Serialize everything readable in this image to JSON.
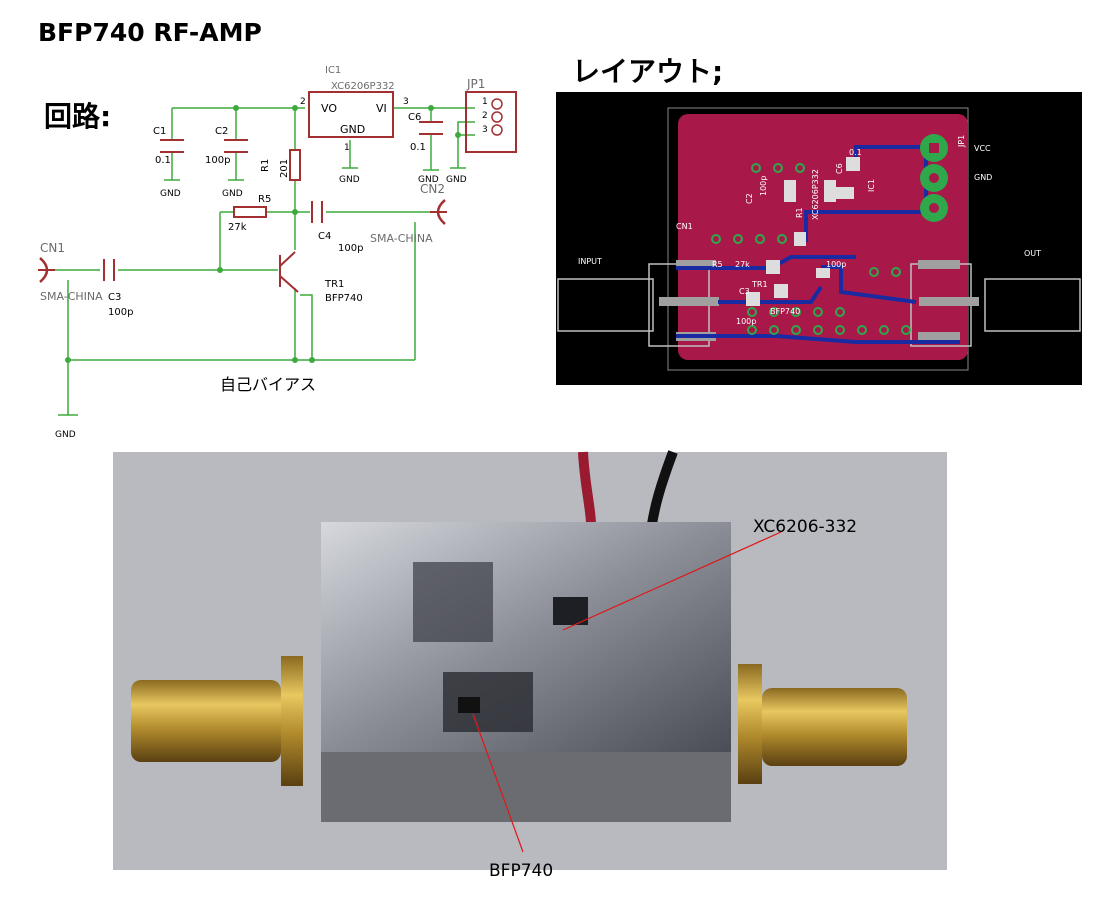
{
  "title": "BFP740 RF-AMP",
  "circuit_heading": "回路:",
  "layout_heading": "レイアウト;",
  "schematic": {
    "ic1": {
      "ref": "IC1",
      "part": "XC6206P332",
      "vo": "VO",
      "vi": "VI",
      "gnd": "GND",
      "pin2": "2",
      "pin3": "3",
      "pin1": "1"
    },
    "jp1": {
      "ref": "JP1",
      "pins": [
        "1",
        "2",
        "3"
      ]
    },
    "c1": {
      "ref": "C1",
      "value": "0.1"
    },
    "c2": {
      "ref": "C2",
      "value": "100p"
    },
    "c6": {
      "ref": "C6",
      "value": "0.1"
    },
    "r1": {
      "ref": "R1",
      "value": "201"
    },
    "r5": {
      "ref": "R5",
      "value": "27k"
    },
    "c4": {
      "ref": "C4",
      "value": "100p"
    },
    "c3": {
      "ref": "C3",
      "value": "100p"
    },
    "tr1": {
      "ref": "TR1",
      "part": "BFP740"
    },
    "cn1": {
      "ref": "CN1",
      "part": "SMA-CHINA"
    },
    "cn2": {
      "ref": "CN2",
      "part": "SMA-CHINA"
    },
    "gnd": "GND",
    "bias_note": "自己バイアス"
  },
  "pcb": {
    "input": "INPUT",
    "out": "OUT",
    "vcc": "VCC",
    "gnd": "GND",
    "jp1": "JP1",
    "cn1": "CN1",
    "c2": "C2",
    "c2_val": "100p",
    "r1": "R1",
    "c6": "C6",
    "c6_val": "0.1",
    "ic1": "IC1",
    "ic_part": "XC6206P332",
    "r5": "R5",
    "r5_val": "27k",
    "c4_val": "100p",
    "c3": "C3",
    "c3_val": "100p",
    "tr1": "TR1",
    "tr1_part": "BFP740"
  },
  "photo": {
    "label_regulator": "XC6206-332",
    "label_transistor": "BFP740"
  },
  "colors": {
    "schematic_wire": "#3daa3d",
    "schematic_part": "#a33030",
    "pcb_copper": "#a8194a",
    "pcb_trace": "#1a2aa0",
    "pcb_pad": "#2ea84b",
    "photo_bg": "#b8bac0",
    "pointer": "#e01818"
  }
}
